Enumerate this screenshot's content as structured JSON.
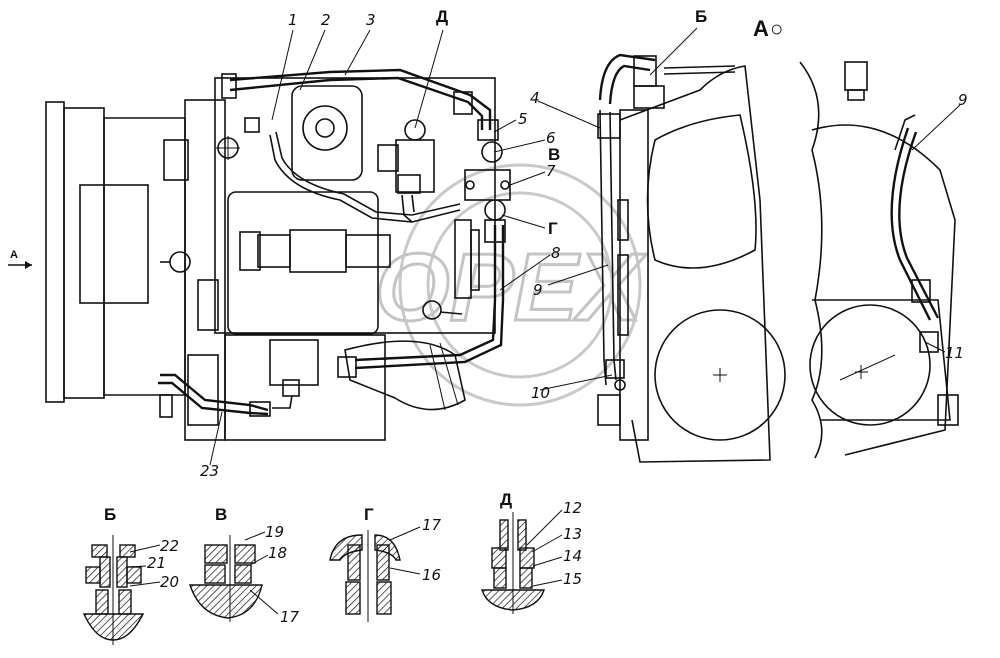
{
  "watermark": "OPEX",
  "view_arrow": {
    "label": "A"
  },
  "view_title": {
    "label": "A",
    "symbol": "○"
  },
  "callouts": [
    {
      "id": "1",
      "label": "1"
    },
    {
      "id": "2",
      "label": "2"
    },
    {
      "id": "3",
      "label": "3"
    },
    {
      "id": "D",
      "label": "Д"
    },
    {
      "id": "B_top",
      "label": "Б"
    },
    {
      "id": "4",
      "label": "4"
    },
    {
      "id": "5",
      "label": "5"
    },
    {
      "id": "6",
      "label": "6"
    },
    {
      "id": "V",
      "label": "В"
    },
    {
      "id": "7",
      "label": "7"
    },
    {
      "id": "G",
      "label": "Г"
    },
    {
      "id": "8",
      "label": "8"
    },
    {
      "id": "9a",
      "label": "9"
    },
    {
      "id": "9b",
      "label": "9"
    },
    {
      "id": "10",
      "label": "10"
    },
    {
      "id": "11",
      "label": "11"
    },
    {
      "id": "23",
      "label": "23"
    }
  ],
  "details": [
    {
      "id": "B",
      "title": "Б",
      "parts": [
        "22",
        "21",
        "20"
      ]
    },
    {
      "id": "V",
      "title": "В",
      "parts": [
        "19",
        "18",
        "17"
      ]
    },
    {
      "id": "G",
      "title": "Г",
      "parts": [
        "17",
        "16"
      ]
    },
    {
      "id": "D",
      "title": "Д",
      "parts": [
        "12",
        "13",
        "14",
        "15"
      ]
    }
  ]
}
